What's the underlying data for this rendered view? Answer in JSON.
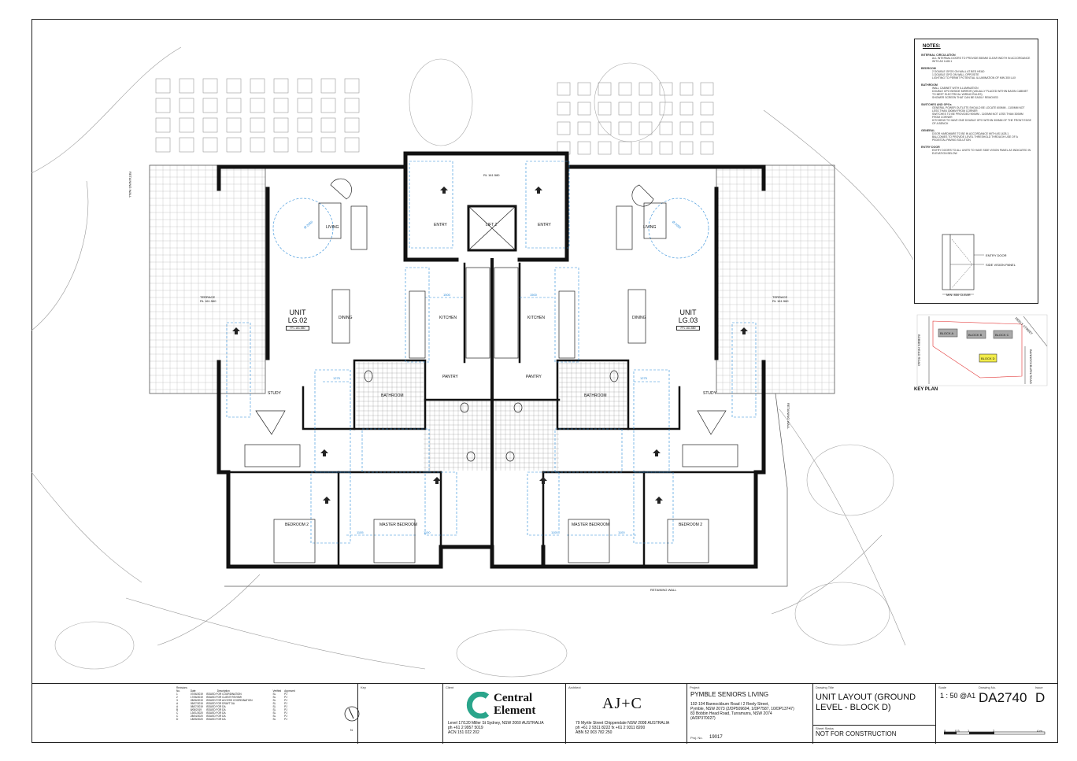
{
  "units": [
    {
      "name": "UNIT",
      "code": "LG.02",
      "ffl": "FFL 161.580"
    },
    {
      "name": "UNIT",
      "code": "LG.03",
      "ffl": "FFL 161.580"
    }
  ],
  "rooms": {
    "living": "LIVING",
    "dining": "DINING",
    "kitchen": "KITCHEN",
    "pantry": "PANTRY",
    "study": "STUDY",
    "bedroom2": "BEDROOM 2",
    "master": "MASTER BEDROOM",
    "bathroom": "BATHROOM",
    "entry": "ENTRY",
    "lift": "LIFT 2",
    "terrace": "TERRACE",
    "terrace_rl": "RL 161.560",
    "retaining_wall": "RETAINING WALL",
    "lobby_rl": "RL 161.580"
  },
  "dims": {
    "d1275": "1275",
    "d1500": "1500",
    "d1105": "1105",
    "d1100": "1100",
    "d2050": "Ø 2050",
    "d1200": "1200",
    "d1500b": "1500"
  },
  "notes": {
    "title": "NOTES:",
    "sections": [
      {
        "head": "INTERNAL CIRCULATION",
        "items": [
          "ALL INTERNAL DOORS TO PROVIDE 850MM CLEAR WIDTH IN ACCORDANCE WITH AS 1428.1"
        ]
      },
      {
        "head": "BEDROOM",
        "items": [
          "2 DOUBLE GPOS ON WALL AT BED HEAD",
          "1 DOUBLE GPO ON WALL OPPOSITE",
          "LIGHTING TO PERMIT POTENTIAL ILLUMINATION OF MIN 300 LUX"
        ]
      },
      {
        "head": "BATHROOM",
        "items": [
          "WALL CABINET WITH ILLUMINATION",
          "DOUBLE GPO BESIDE MIRROR (USUALLY PLACED WITHIN BASIN CABINET TO MEET ELECTRICAL WIRING RULES)",
          "SHOWER SCREEN THAT CAN BE EASILY REMOVED"
        ]
      },
      {
        "head": "SWITCHES AND GPOs",
        "items": [
          "GENERAL POWER OUTLETS SHOULD BE LOCATE 600MM - 1100MM NOT LESS THAN 300MM FROM CORNER",
          "SWITCHES TO BE PROVIDED 900MM - 1100MM NOT LESS THAN 300MM FROM CORNER",
          "KITCHENS TO HAVE ONE DOUBLE GPO WITHIN 300MM OF THE FRONT EDGE OF A BENCH"
        ]
      },
      {
        "head": "GENERAL",
        "items": [
          "DOOR HARDWARE TO BE IN ACCORDANCE WITH AS 1428.1",
          "BALCONIES TO PROVIDE LEVEL THRESHOLD THROUGH USE OF A PEDESTAL PAVING SOLUTION"
        ]
      },
      {
        "head": "ENTRY DOOR",
        "items": [
          "ENTRY DOORS TO ALL UNITS TO HAVE SIDE VISION PANEL AS INDICATED IN ELEVATION BELOW"
        ]
      }
    ],
    "legend": [
      "ENTRY DOOR",
      "SIDE VISION PANEL"
    ],
    "clear": "MIN. 850 CLEAR"
  },
  "keyplan": {
    "label": "KEY PLAN",
    "blocks": [
      "BLOCK A",
      "BLOCK B",
      "BLOCK C",
      "BLOCK D"
    ],
    "roads": [
      "BOBBIN HEAD ROAD",
      "REELY STREET",
      "BANNOCKBURN ROAD"
    ]
  },
  "titleblock": {
    "revisions_label": "Revisions",
    "no": "No.",
    "date": "Date",
    "description": "Description",
    "verified": "Verified",
    "approved": "Approved",
    "revisions": [
      [
        "1",
        "07/06/2019",
        "ISSUED FOR COORDINATION",
        "SL",
        "PJ"
      ],
      [
        "2",
        "17/06/2019",
        "ISSUED FOR CLIENT REVIEW",
        "SL",
        "PJ"
      ],
      [
        "3",
        "28/06/2019",
        "ISSUED FOR ACCESS COORDINATION",
        "SL",
        "PJ"
      ],
      [
        "A",
        "05/07/2019",
        "ISSUED FOR DRAFT DA",
        "SL",
        "PJ"
      ],
      [
        "A",
        "08/07/2019",
        "ISSUED FOR DA",
        "SL",
        "PJ"
      ],
      [
        "B",
        "8/08/2019",
        "ISSUED FOR DA",
        "SL",
        "PJ"
      ],
      [
        "C",
        "13/01/2020",
        "ISSUED FOR DA",
        "SL",
        "PJ"
      ],
      [
        "C",
        "28/04/2020",
        "ISSUED FOR DA",
        "SL",
        "PJ"
      ],
      [
        "D",
        "18/05/2020",
        "ISSUED FOR DA",
        "SL",
        "PJ"
      ]
    ],
    "key_label": "Key",
    "north": "N",
    "client_label": "Client",
    "client_name_1": "Central",
    "client_name_2": "Element",
    "client_addr_1": "Level 17/120 Miller St Sydney, NSW 2060 AUSTRALIA",
    "client_addr_2": "ph +61 2 9957 5019",
    "client_addr_3": "ACN 151 022 202",
    "architect_label": "Architect",
    "architect_logo": "AJ+C",
    "architect_addr_1": "79 Myrtle Street Chippendale NSW 2008 AUSTRALIA",
    "architect_addr_2": "ph +61 2 9311 8222 fx +61 2 9311 8200",
    "architect_addr_3": "ABN 52 003 782 250",
    "project_label": "Project",
    "project_name": "PYMBLE SENIORS LIVING",
    "project_addr_1": "102-104 Bannockburn Road / 2 Reely Street,",
    "project_addr_2": "Pymble, NSW 2073 (2/DP509694, 1/DP7587, 10/DP13747)",
    "project_addr_3": "83 Bobbin Head Road, Turramurra, NSW 2074",
    "project_addr_4": "(A/DP370027)",
    "projno_label": "Proj. No.",
    "projno": "19017",
    "drawing_title_label": "Drawing Title",
    "drawing_title_1": "UNIT LAYOUT (GROUND",
    "drawing_title_2": "LEVEL - BLOCK D)",
    "sheet_status_label": "Sheet Status",
    "sheet_status": "NOT FOR CONSTRUCTION",
    "scale_label": "Scale",
    "scale": "1 : 50 @A1",
    "drawing_no_label": "Drawing No.",
    "drawing_no": "DA2740",
    "issue_label": "Issue",
    "issue": "D",
    "scalebar": [
      "0",
      "0.5",
      "1",
      "2",
      "4 m"
    ]
  },
  "colors": {
    "dim": "#2a8ad8",
    "wall": "#111111",
    "line": "#555555",
    "keyplan_highlight": "#f2ec4a",
    "keyplan_red": "#e23030",
    "ce_green": "#2aa58b"
  }
}
